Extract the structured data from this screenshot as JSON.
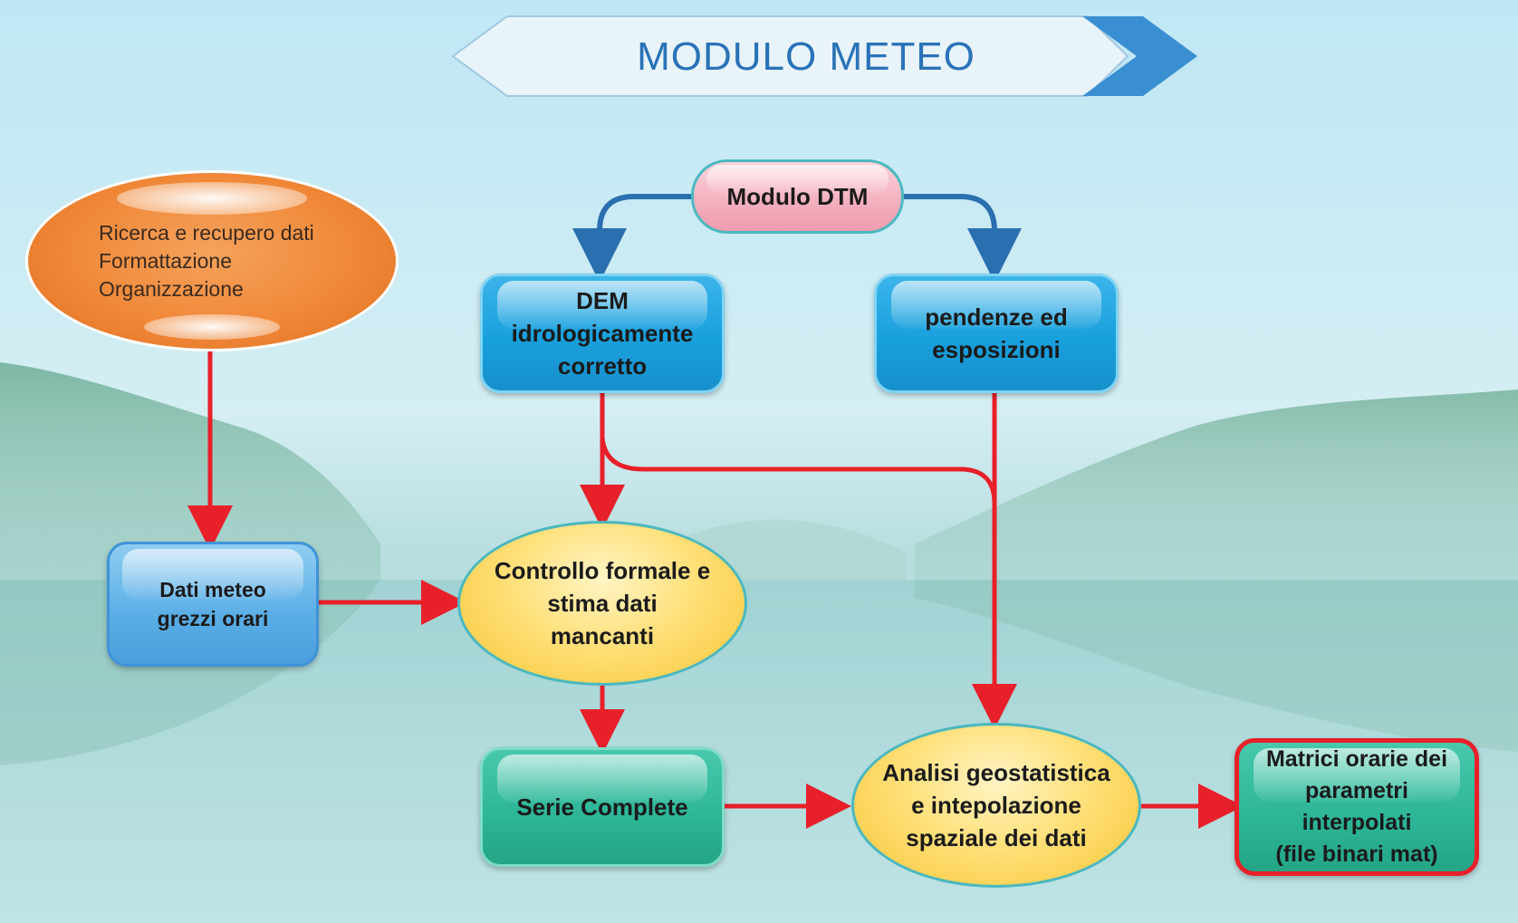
{
  "title": "MODULO METEO",
  "nodes": {
    "raw_research": {
      "lines": [
        "Ricerca e recupero dati",
        "Formattazione",
        "Organizzazione"
      ]
    },
    "dtm_module": {
      "lines": [
        "Modulo DTM"
      ]
    },
    "dem": {
      "lines": [
        "DEM",
        "idrologicamente",
        "corretto"
      ]
    },
    "slopes": {
      "lines": [
        "pendenze ed",
        "esposizioni"
      ]
    },
    "raw_data": {
      "lines": [
        "Dati meteo",
        "grezzi orari"
      ]
    },
    "quality_control": {
      "lines": [
        "Controllo formale e",
        "stima dati",
        "mancanti"
      ]
    },
    "complete_series": {
      "lines": [
        "Serie Complete"
      ]
    },
    "geostat": {
      "lines": [
        "Analisi geostatistica",
        "e intepolazione",
        "spaziale dei dati"
      ]
    },
    "output_matrices": {
      "lines": [
        "Matrici orarie dei",
        "parametri",
        "interpolati",
        "(file binari mat)"
      ]
    }
  },
  "colors": {
    "arrow_red": "#e8202a",
    "arrow_blue": "#2a6fb0",
    "title_text": "#2a73b8"
  }
}
